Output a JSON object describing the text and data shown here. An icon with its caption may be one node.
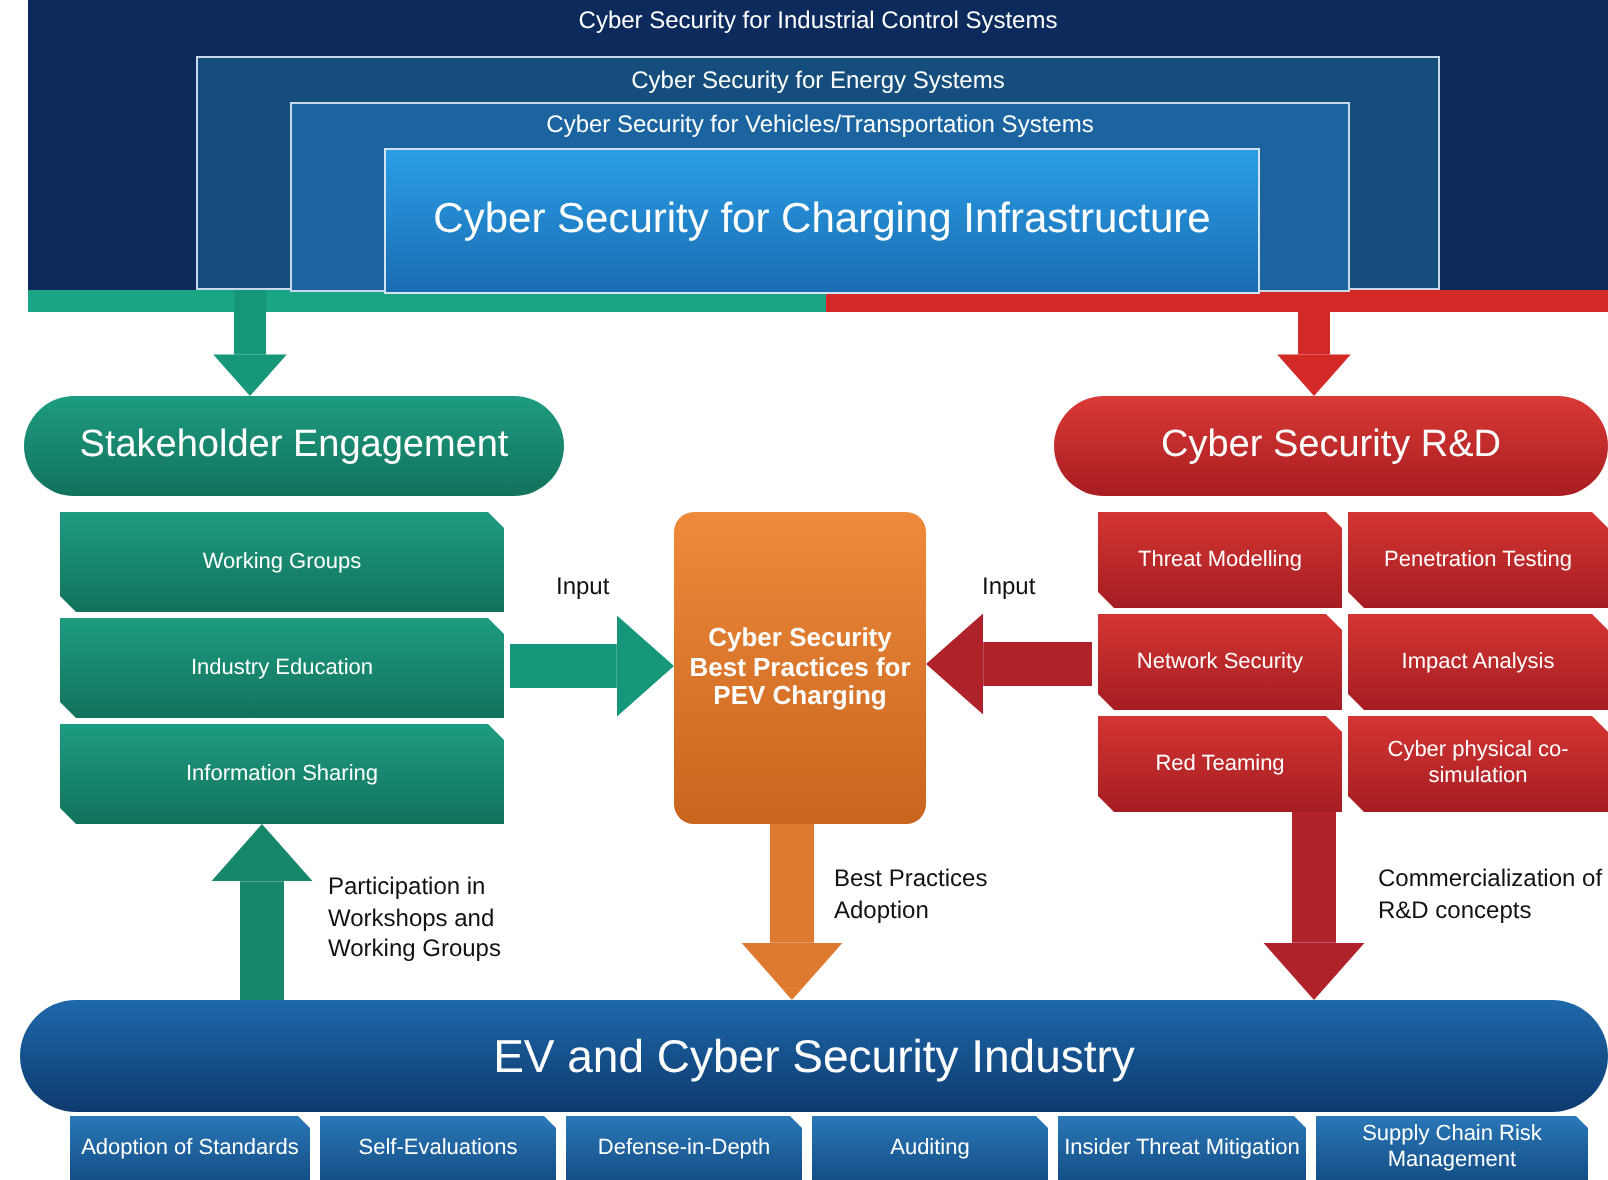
{
  "diagram": {
    "nodes": [
      {
        "text": [
          "Cyber Security for Industrial Control Systems"
        ]
      },
      {
        "text": [
          "Cyber Security for Energy Systems"
        ],
        "in": 0
      },
      {
        "text": [
          "Cyber Security for Vehicles/Transportation Systems"
        ],
        "in": 1
      },
      {
        "text": [
          "Cyber Security for Charging Infrastructure"
        ],
        "in": 2
      },
      {
        "text": [
          "Stakeholder Engagement"
        ]
      },
      {
        "text": [
          "Working Groups"
        ]
      },
      {
        "text": [
          "Industry Education"
        ]
      },
      {
        "text": [
          "Information Sharing"
        ]
      },
      {
        "text": [
          "Cyber Security R&D"
        ]
      },
      {
        "text": [
          "Threat Modelling"
        ]
      },
      {
        "text": [
          "Penetration Testing"
        ]
      },
      {
        "text": [
          "Network Security"
        ]
      },
      {
        "text": [
          "Impact Analysis"
        ]
      },
      {
        "text": [
          "Red Teaming"
        ]
      },
      {
        "text": [
          "Cyber physical co-simulation"
        ]
      },
      {
        "text": [
          "Cyber Security Best Practices for PEV Charging"
        ]
      },
      {
        "text": [
          "EV and Cyber Security Industry"
        ]
      },
      {
        "text": [
          "Adoption of Standards"
        ]
      },
      {
        "text": [
          "Self-Evaluations"
        ]
      },
      {
        "text": [
          "Defense-in-Depth"
        ]
      },
      {
        "text": [
          "Auditing"
        ]
      },
      {
        "text": [
          "Insider Threat Mitigation"
        ]
      },
      {
        "text": [
          "Supply Chain Risk Management"
        ]
      }
    ],
    "edges": [
      {
        "from": 0,
        "to": 4,
        "arrow": "to",
        "color": "#17977a"
      },
      {
        "from": 0,
        "to": 8,
        "arrow": "to",
        "color": "#d42a27"
      },
      {
        "from": 6,
        "to": 15,
        "arrow": "to",
        "label": "Input",
        "color": "#17977a"
      },
      {
        "from": 11,
        "to": 15,
        "arrow": "to",
        "label": "Input",
        "color": "#b0222a"
      },
      {
        "from": 16,
        "to": 7,
        "arrow": "to",
        "label": "Participation in Workshops and Working Groups",
        "color": "#17876c"
      },
      {
        "from": 15,
        "to": 16,
        "arrow": "to",
        "label": "Best Practices Adoption",
        "color": "#dd7a30"
      },
      {
        "from": 13,
        "to": 16,
        "arrow": "to",
        "label": "Commercialization of R&D concepts",
        "color": "#b0222a"
      }
    ]
  }
}
